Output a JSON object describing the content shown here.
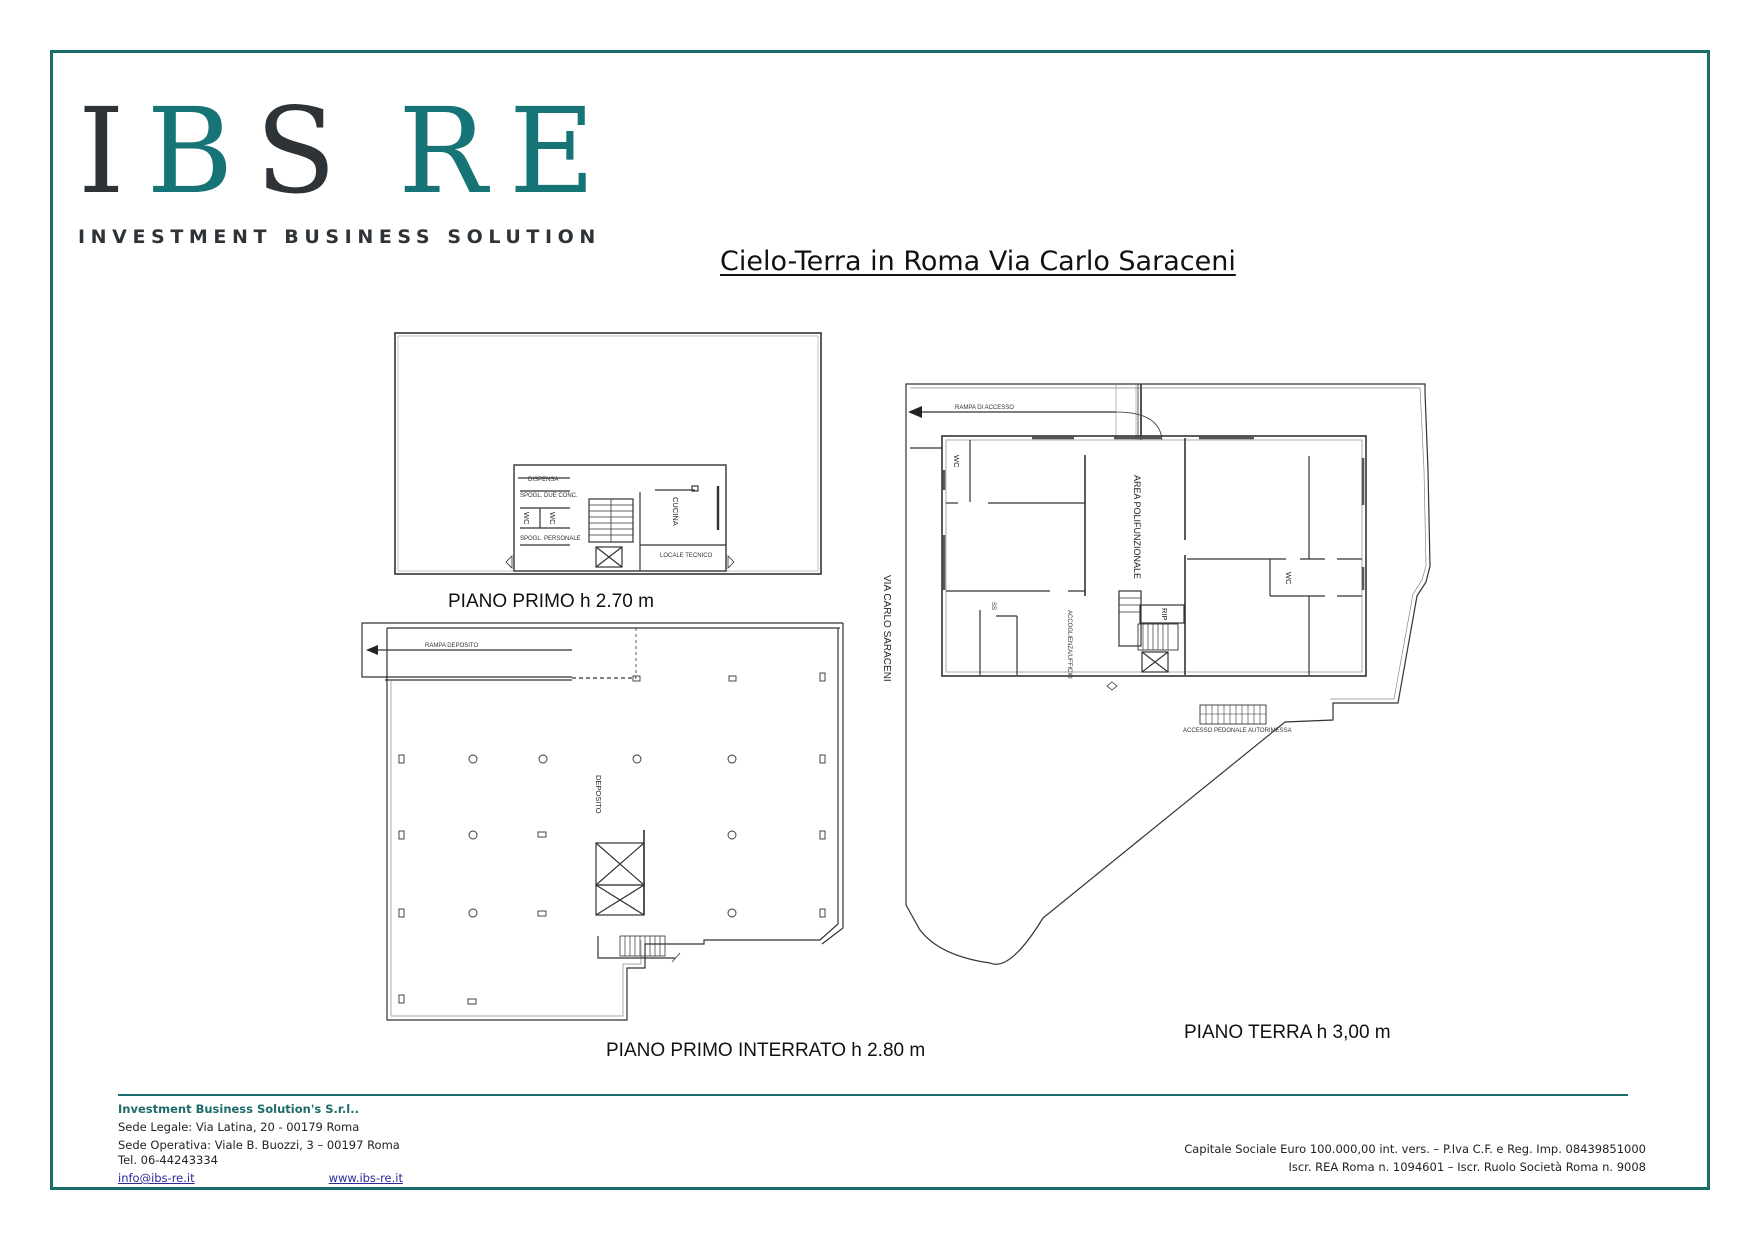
{
  "logo": {
    "letters": [
      {
        "char": "I",
        "color": "#2e3338"
      },
      {
        "char": "B",
        "color": "#167476"
      },
      {
        "char": "S",
        "color": "#2e3338"
      },
      {
        "char": " ",
        "color": "#167476"
      },
      {
        "char": "R",
        "color": "#167476"
      },
      {
        "char": "E",
        "color": "#167476"
      }
    ],
    "part1_dark": "I",
    "part2_teal": "B",
    "part3_dark": "S",
    "part4_teal": "RE",
    "tagline": "INVESTMENT BUSINESS SOLUTION"
  },
  "document": {
    "title": "Cielo-Terra in Roma Via Carlo Saraceni"
  },
  "plans": {
    "first_floor": {
      "label": "PIANO PRIMO h 2.70 m",
      "rooms": [
        "DISPENSA",
        "SPOGL. DUE CONC.",
        "WC",
        "WC",
        "SPOGL. PERSONALE",
        "CUCINA",
        "LOCALE TECNICO"
      ]
    },
    "basement": {
      "label": "PIANO PRIMO INTERRATO h 2.80 m",
      "rooms": [
        "DEPOSITO"
      ],
      "ramp_label": "RAMPA DEPOSITO"
    },
    "ground_floor": {
      "label": "PIANO TERRA h 3,00 m",
      "rooms": [
        "WC",
        "AREA POLIFUNZIONALE",
        "WC",
        "RIP",
        "ACCOGLIENZA/UFFICIO",
        "SS"
      ],
      "ramp_label": "RAMPA DI ACCESSO",
      "pedestrian_label": "ACCESSO PEDONALE AUTORIMESSA",
      "street_label": "VIA CARLO SARACENI"
    }
  },
  "footer": {
    "company": "Investment Business Solution's S.r.l..",
    "legal_office": "Sede Legale: Via Latina, 20 - 00179 Roma",
    "operating_office": "Sede Operativa: Viale B. Buozzi, 3 – 00197 Roma",
    "phone": "Tel. 06-44243334",
    "email": "info@ibs-re.it",
    "website": "www.ibs-re.it",
    "capital": "Capitale Sociale Euro 100.000,00 int. vers. – P.Iva C.F. e Reg. Imp. 08439851000",
    "registration": "Iscr. REA Roma n. 1094601 – Iscr. Ruolo Società Roma n. 9008"
  },
  "colors": {
    "brand_teal": "#167476",
    "brand_dark": "#2e3338",
    "frame": "#1d6b6b"
  }
}
